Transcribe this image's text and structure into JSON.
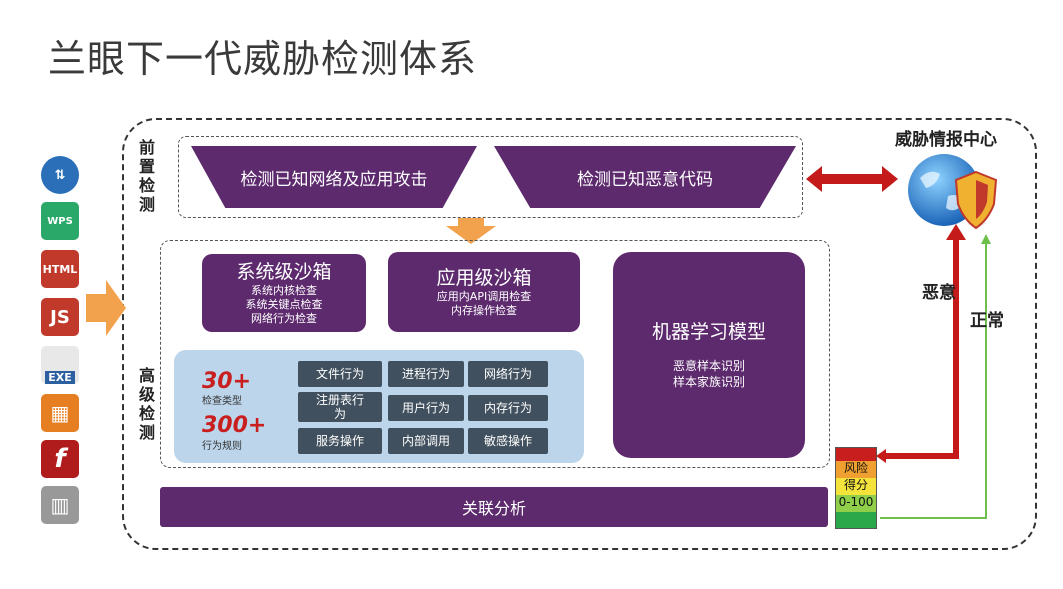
{
  "title": "兰眼下一代威胁检测体系",
  "front": {
    "label": "前置检测",
    "items": [
      "检测已知网络及应用攻击",
      "检测已知恶意代码"
    ]
  },
  "advanced": {
    "label": "高级检测",
    "system_sandbox": {
      "title": "系统级沙箱",
      "lines": [
        "系统内核检查",
        "系统关键点检查",
        "网络行为检查"
      ]
    },
    "app_sandbox": {
      "title": "应用级沙箱",
      "lines": [
        "应用内API调用检查",
        "内存操作检查"
      ]
    },
    "ml_model": {
      "title": "机器学习模型",
      "lines": [
        "恶意样本识别",
        "样本家族识别"
      ]
    },
    "stats": [
      {
        "value": "30+",
        "label": "检查类型"
      },
      {
        "value": "300+",
        "label": "行为规则"
      }
    ],
    "chips": [
      "文件行为",
      "进程行为",
      "网络行为",
      "注册表行为",
      "用户行为",
      "内存行为",
      "服务操作",
      "内部调用",
      "敏感操作"
    ]
  },
  "correlation": "关联分析",
  "threat_intel": "威胁情报中心",
  "malicious": "恶意",
  "normal": "正常",
  "risk_score": {
    "line1": "风险",
    "line2": "得分",
    "range": "0-100"
  },
  "file_icons": [
    {
      "name": "transfer",
      "text": "⇅",
      "color": "#2b6fb8"
    },
    {
      "name": "wps",
      "text": "WPS",
      "color": "#2aa86a"
    },
    {
      "name": "html",
      "text": "HTML",
      "color": "#c0392b"
    },
    {
      "name": "js",
      "text": "JS",
      "color": "#c0392b"
    },
    {
      "name": "exe",
      "text": "EXE",
      "color": "#2b5fa0"
    },
    {
      "name": "office",
      "text": "▦",
      "color": "#e67e22"
    },
    {
      "name": "flash",
      "text": "f",
      "color": "#b01c1c"
    },
    {
      "name": "archive",
      "text": "▥",
      "color": "#999999"
    }
  ],
  "colors": {
    "purple": "#5d2a6e",
    "chip": "#40505e",
    "lightblue": "#bcd5ea",
    "red_arrow": "#c41a1a",
    "green_arrow": "#6bbf4a",
    "orange_arrow": "#f2a24c"
  }
}
